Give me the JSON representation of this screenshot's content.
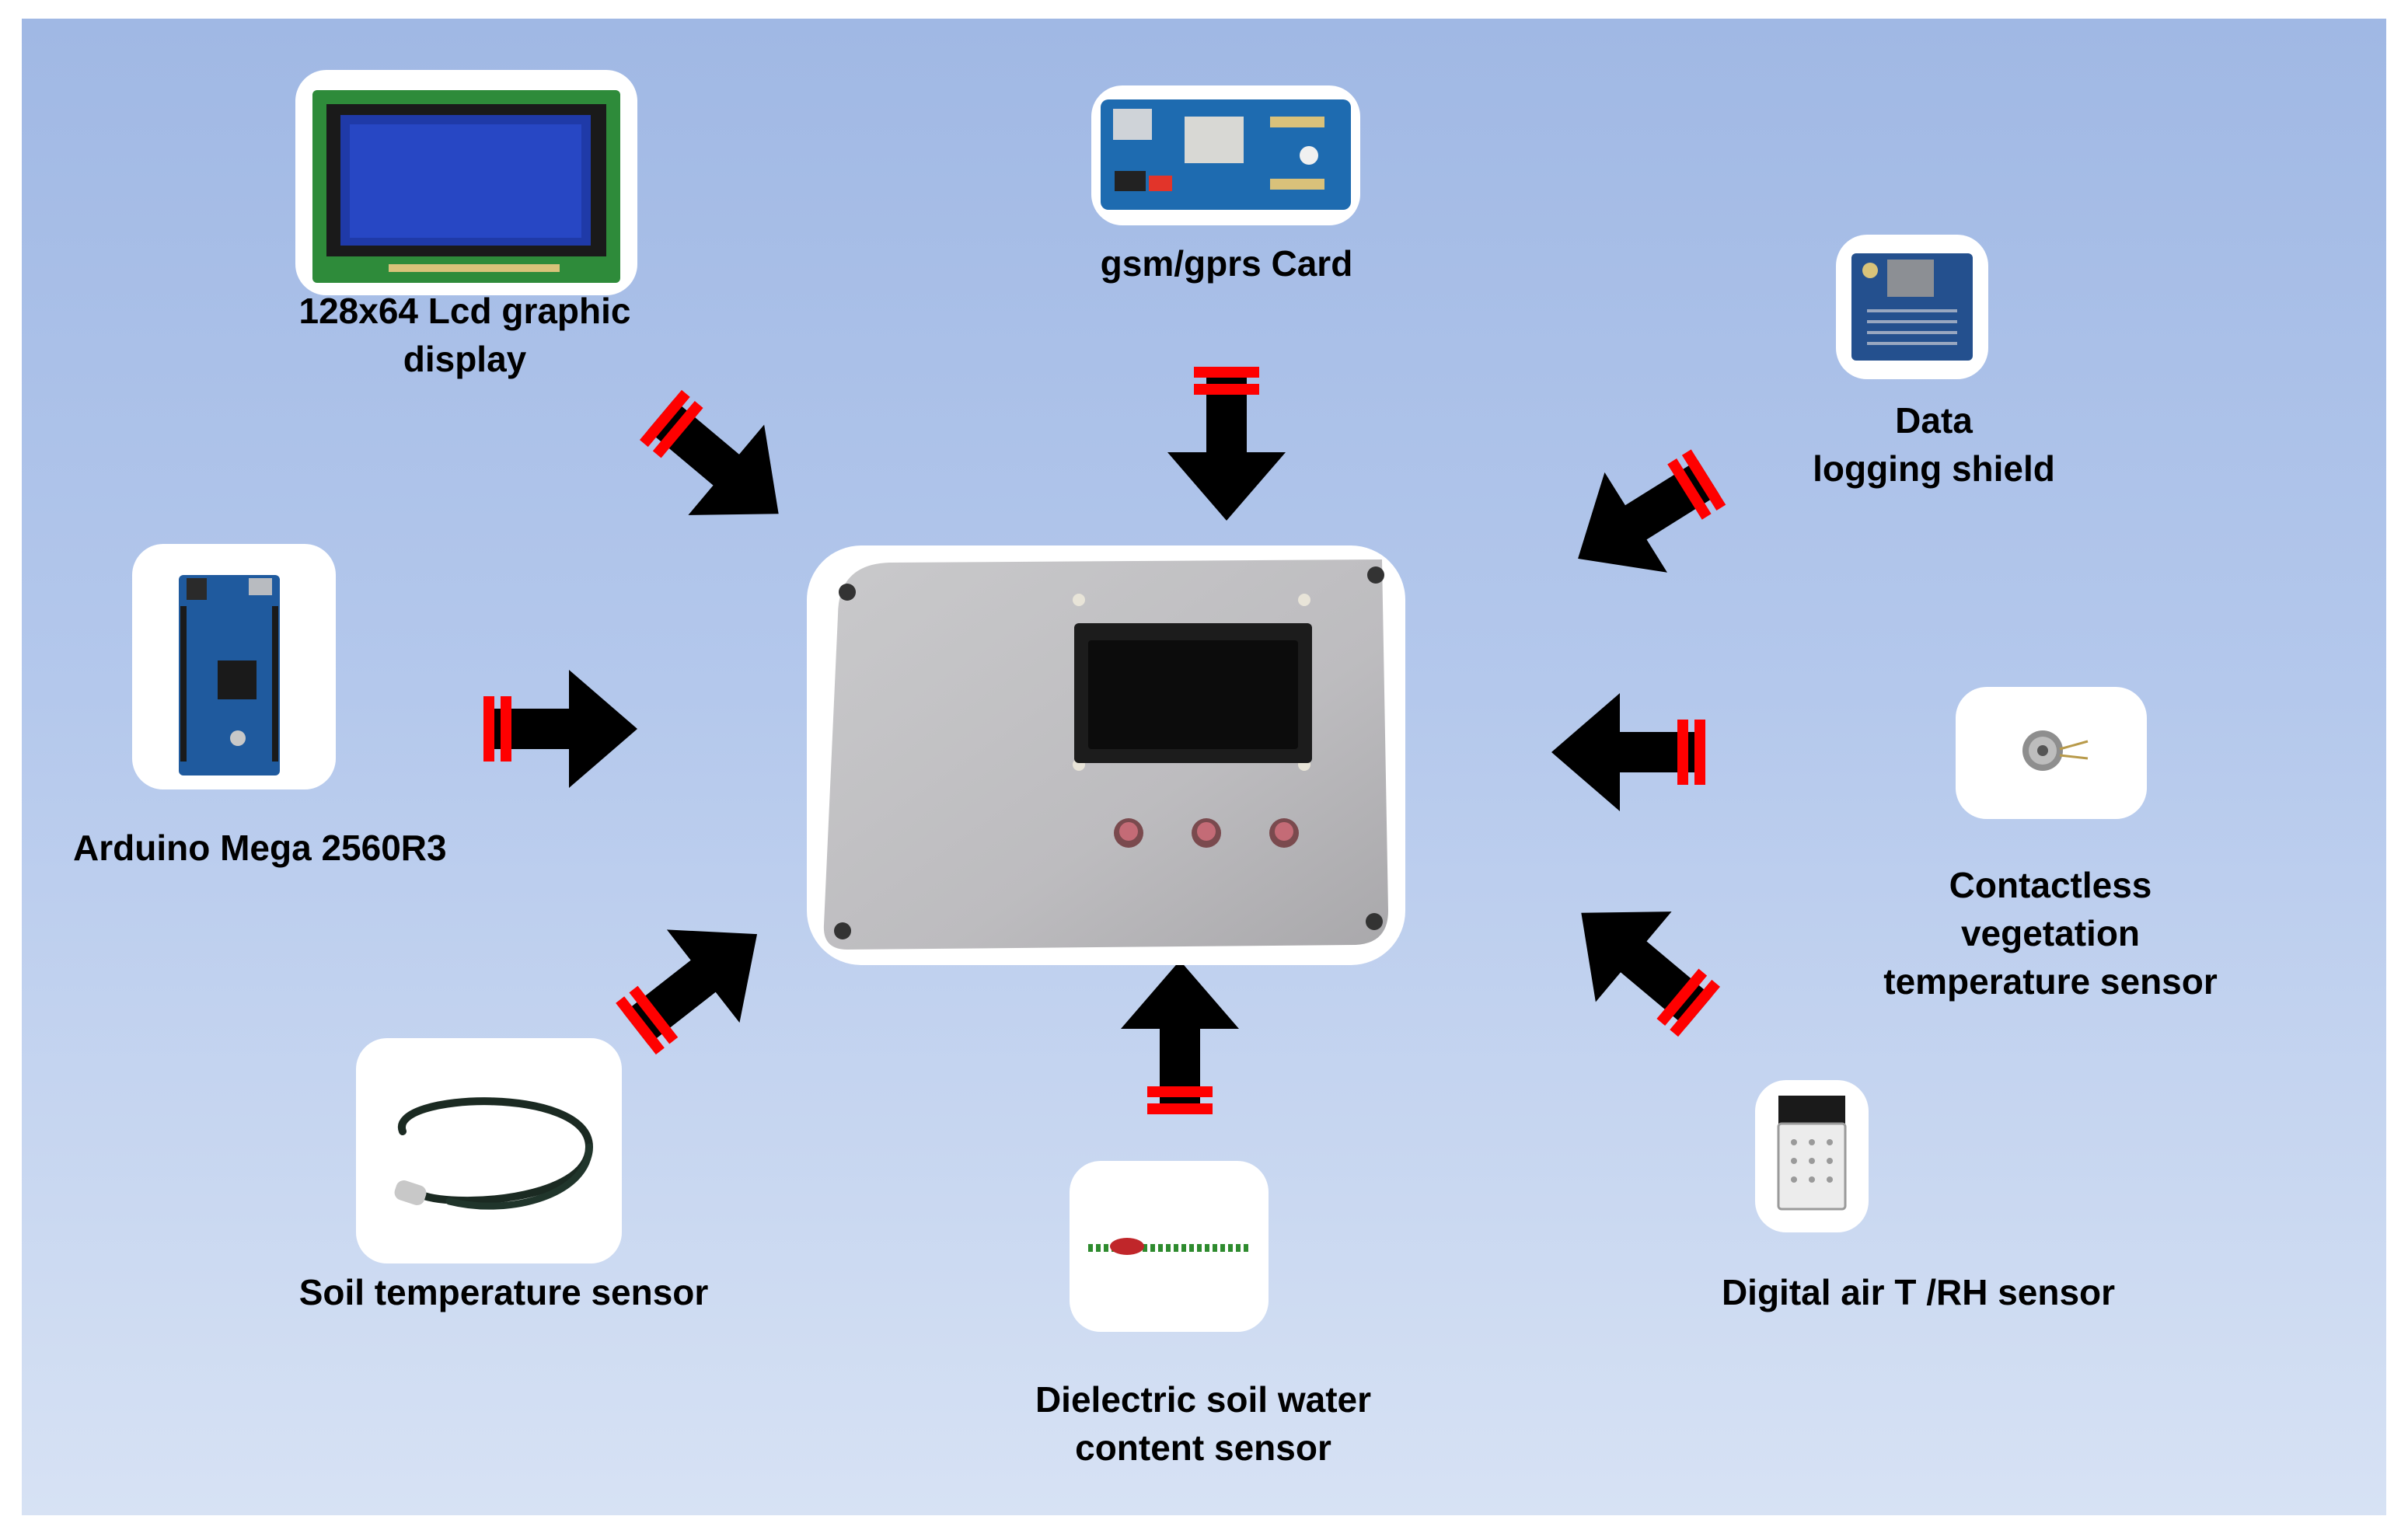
{
  "colors": {
    "arrow": "#ff0000",
    "background_top": "#a0b8e4",
    "background_bottom": "#d7e2f4",
    "card": "#ffffff"
  },
  "center": {
    "name": "datalogger-enclosure",
    "icon": "datalogger-box-photo"
  },
  "components": [
    {
      "id": "lcd",
      "label_lines": [
        "128x64 Lcd graphic",
        "display"
      ],
      "icon": "lcd-display-photo"
    },
    {
      "id": "gsm",
      "label_lines": [
        "gsm/gprs Card"
      ],
      "icon": "gsm-shield-photo"
    },
    {
      "id": "logging",
      "label_lines": [
        "Data",
        "logging shield"
      ],
      "icon": "data-logging-shield-photo"
    },
    {
      "id": "arduino",
      "label_lines": [
        "Arduino Mega 2560R3"
      ],
      "icon": "arduino-board-photo"
    },
    {
      "id": "contactless",
      "label_lines": [
        "Contactless",
        "vegetation",
        "temperature sensor"
      ],
      "icon": "ir-sensor-photo"
    },
    {
      "id": "soiltemp",
      "label_lines": [
        "Soil temperature sensor"
      ],
      "icon": "soil-temp-probe-photo"
    },
    {
      "id": "dielectric",
      "label_lines": [
        "Dielectric soil water",
        "content sensor"
      ],
      "icon": "soil-moisture-probe-photo"
    },
    {
      "id": "airth",
      "label_lines": [
        "Digital air T /RH sensor"
      ],
      "icon": "air-th-sensor-photo"
    }
  ]
}
